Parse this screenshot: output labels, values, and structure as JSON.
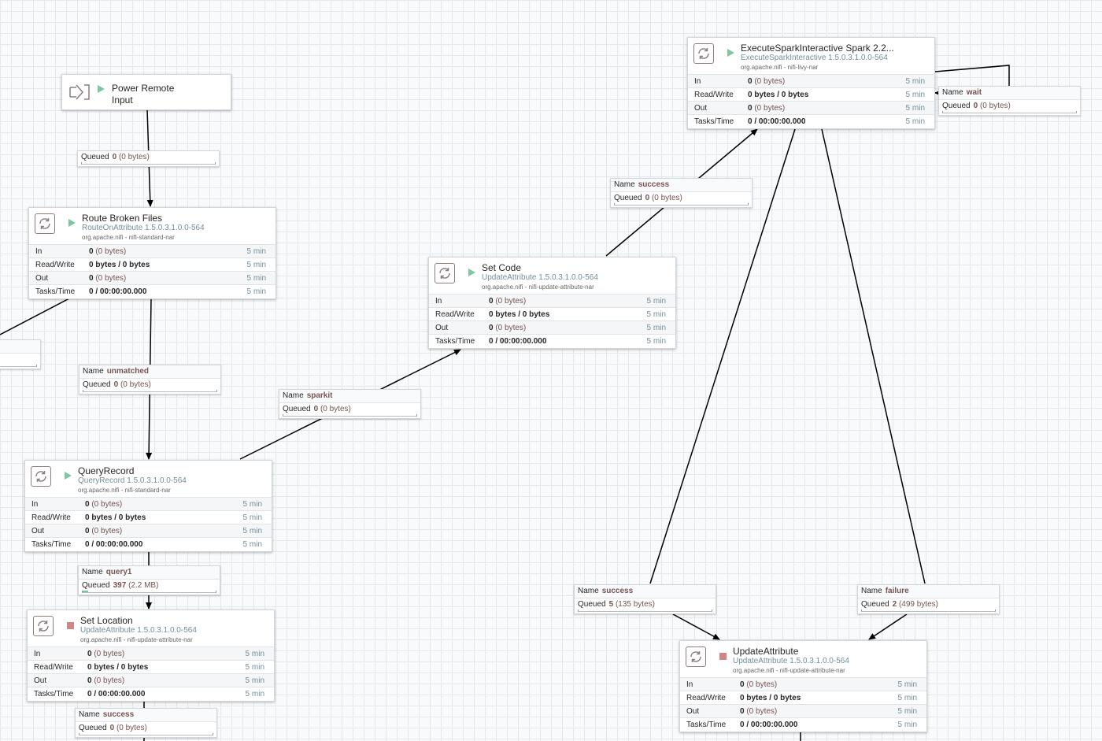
{
  "stat_labels": {
    "in": "In",
    "readwrite": "Read/Write",
    "out": "Out",
    "tasks": "Tasks/Time"
  },
  "processors": {
    "route_broken": {
      "name": "Route Broken Files",
      "type": "RouteOnAttribute 1.5.0.3.1.0.0-564",
      "bundle": "org.apache.nifi - nifi-standard-nar",
      "state": "running",
      "in_count": "0",
      "in_size": "(0 bytes)",
      "rw": "0 bytes / 0 bytes",
      "out_count": "0",
      "out_size": "(0 bytes)",
      "tasks": "0 / 00:00:00.000",
      "window": "5 min"
    },
    "set_code": {
      "name": "Set Code",
      "type": "UpdateAttribute 1.5.0.3.1.0.0-564",
      "bundle": "org.apache.nifi - nifi-update-attribute-nar",
      "state": "running",
      "in_count": "0",
      "in_size": "(0 bytes)",
      "rw": "0 bytes / 0 bytes",
      "out_count": "0",
      "out_size": "(0 bytes)",
      "tasks": "0 / 00:00:00.000",
      "window": "5 min"
    },
    "execute_spark": {
      "name": "ExecuteSparkInteractive Spark 2.2...",
      "type": "ExecuteSparkInteractive 1.5.0.3.1.0.0-564",
      "bundle": "org.apache.nifi - nifi-livy-nar",
      "state": "running",
      "in_count": "0",
      "in_size": "(0 bytes)",
      "rw": "0 bytes / 0 bytes",
      "out_count": "0",
      "out_size": "(0 bytes)",
      "tasks": "0 / 00:00:00.000",
      "window": "5 min"
    },
    "query_record": {
      "name": "QueryRecord",
      "type": "QueryRecord 1.5.0.3.1.0.0-564",
      "bundle": "org.apache.nifi - nifi-standard-nar",
      "state": "running",
      "in_count": "0",
      "in_size": "(0 bytes)",
      "rw": "0 bytes / 0 bytes",
      "out_count": "0",
      "out_size": "(0 bytes)",
      "tasks": "0 / 00:00:00.000",
      "window": "5 min"
    },
    "set_location": {
      "name": "Set Location",
      "type": "UpdateAttribute 1.5.0.3.1.0.0-564",
      "bundle": "org.apache.nifi - nifi-update-attribute-nar",
      "state": "stopped",
      "in_count": "0",
      "in_size": "(0 bytes)",
      "rw": "0 bytes / 0 bytes",
      "out_count": "0",
      "out_size": "(0 bytes)",
      "tasks": "0 / 00:00:00.000",
      "window": "5 min"
    },
    "update_attr": {
      "name": "UpdateAttribute",
      "type": "UpdateAttribute 1.5.0.3.1.0.0-564",
      "bundle": "org.apache.nifi - nifi-update-attribute-nar",
      "state": "stopped",
      "in_count": "0",
      "in_size": "(0 bytes)",
      "rw": "0 bytes / 0 bytes",
      "out_count": "0",
      "out_size": "(0 bytes)",
      "tasks": "0 / 00:00:00.000",
      "window": "5 min"
    }
  },
  "input_port": {
    "name_line1": "Power Remote",
    "name_line2": "Input",
    "state": "running"
  },
  "connections": {
    "port_to_route": {
      "name": "",
      "queued_label": "Queued",
      "count": "0",
      "size": "(0 bytes)",
      "fill": 0.0
    },
    "unmatched": {
      "name_label": "Name",
      "name": "unmatched",
      "queued_label": "Queued",
      "count": "0",
      "size": "(0 bytes)",
      "fill": 0.0
    },
    "sparkit": {
      "name_label": "Name",
      "name": "sparkit",
      "queued_label": "Queued",
      "count": "0",
      "size": "(0 bytes)",
      "fill": 0.0
    },
    "setcode_success": {
      "name_label": "Name",
      "name": "success",
      "queued_label": "Queued",
      "count": "0",
      "size": "(0 bytes)",
      "fill": 0.0
    },
    "wait": {
      "name_label": "Name",
      "name": "wait",
      "queued_label": "Queued",
      "count": "0",
      "size": "(0 bytes)",
      "fill": 0.0
    },
    "query1": {
      "name_label": "Name",
      "name": "query1",
      "queued_label": "Queued",
      "count": "397",
      "size": "(2.2 MB)",
      "fill": 0.04
    },
    "location_success": {
      "name_label": "Name",
      "name": "success",
      "queued_label": "Queued",
      "count": "0",
      "size": "(0 bytes)",
      "fill": 0.0
    },
    "spark_success": {
      "name_label": "Name",
      "name": "success",
      "queued_label": "Queued",
      "count": "5",
      "size": "(135 bytes)",
      "fill": 0.0
    },
    "spark_failure": {
      "name_label": "Name",
      "name": "failure",
      "queued_label": "Queued",
      "count": "2",
      "size": "(499 bytes)",
      "fill": 0.0
    }
  },
  "colors": {
    "running": "#7dc7a0",
    "stopped": "#d18686",
    "type_text": "#728e9b",
    "value_sub": "#775351"
  }
}
